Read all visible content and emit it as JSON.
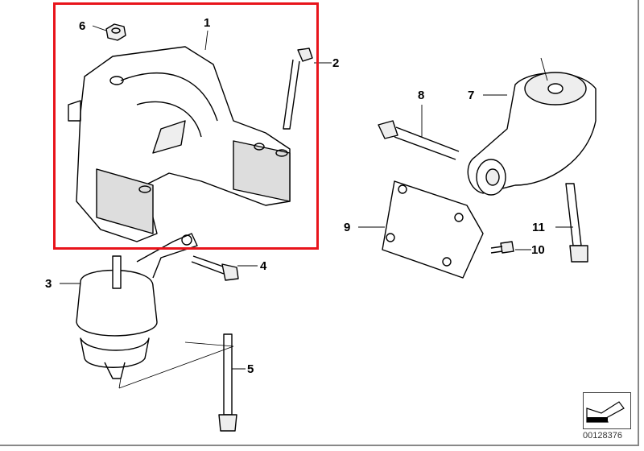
{
  "diagram": {
    "callouts": {
      "p1": "1",
      "p2": "2",
      "p3": "3",
      "p4": "4",
      "p5": "5",
      "p6": "6",
      "p7": "7",
      "p8": "8",
      "p9": "9",
      "p10": "10",
      "p11": "11"
    },
    "document_number": "00128376",
    "highlight_color": "#e8141b"
  }
}
